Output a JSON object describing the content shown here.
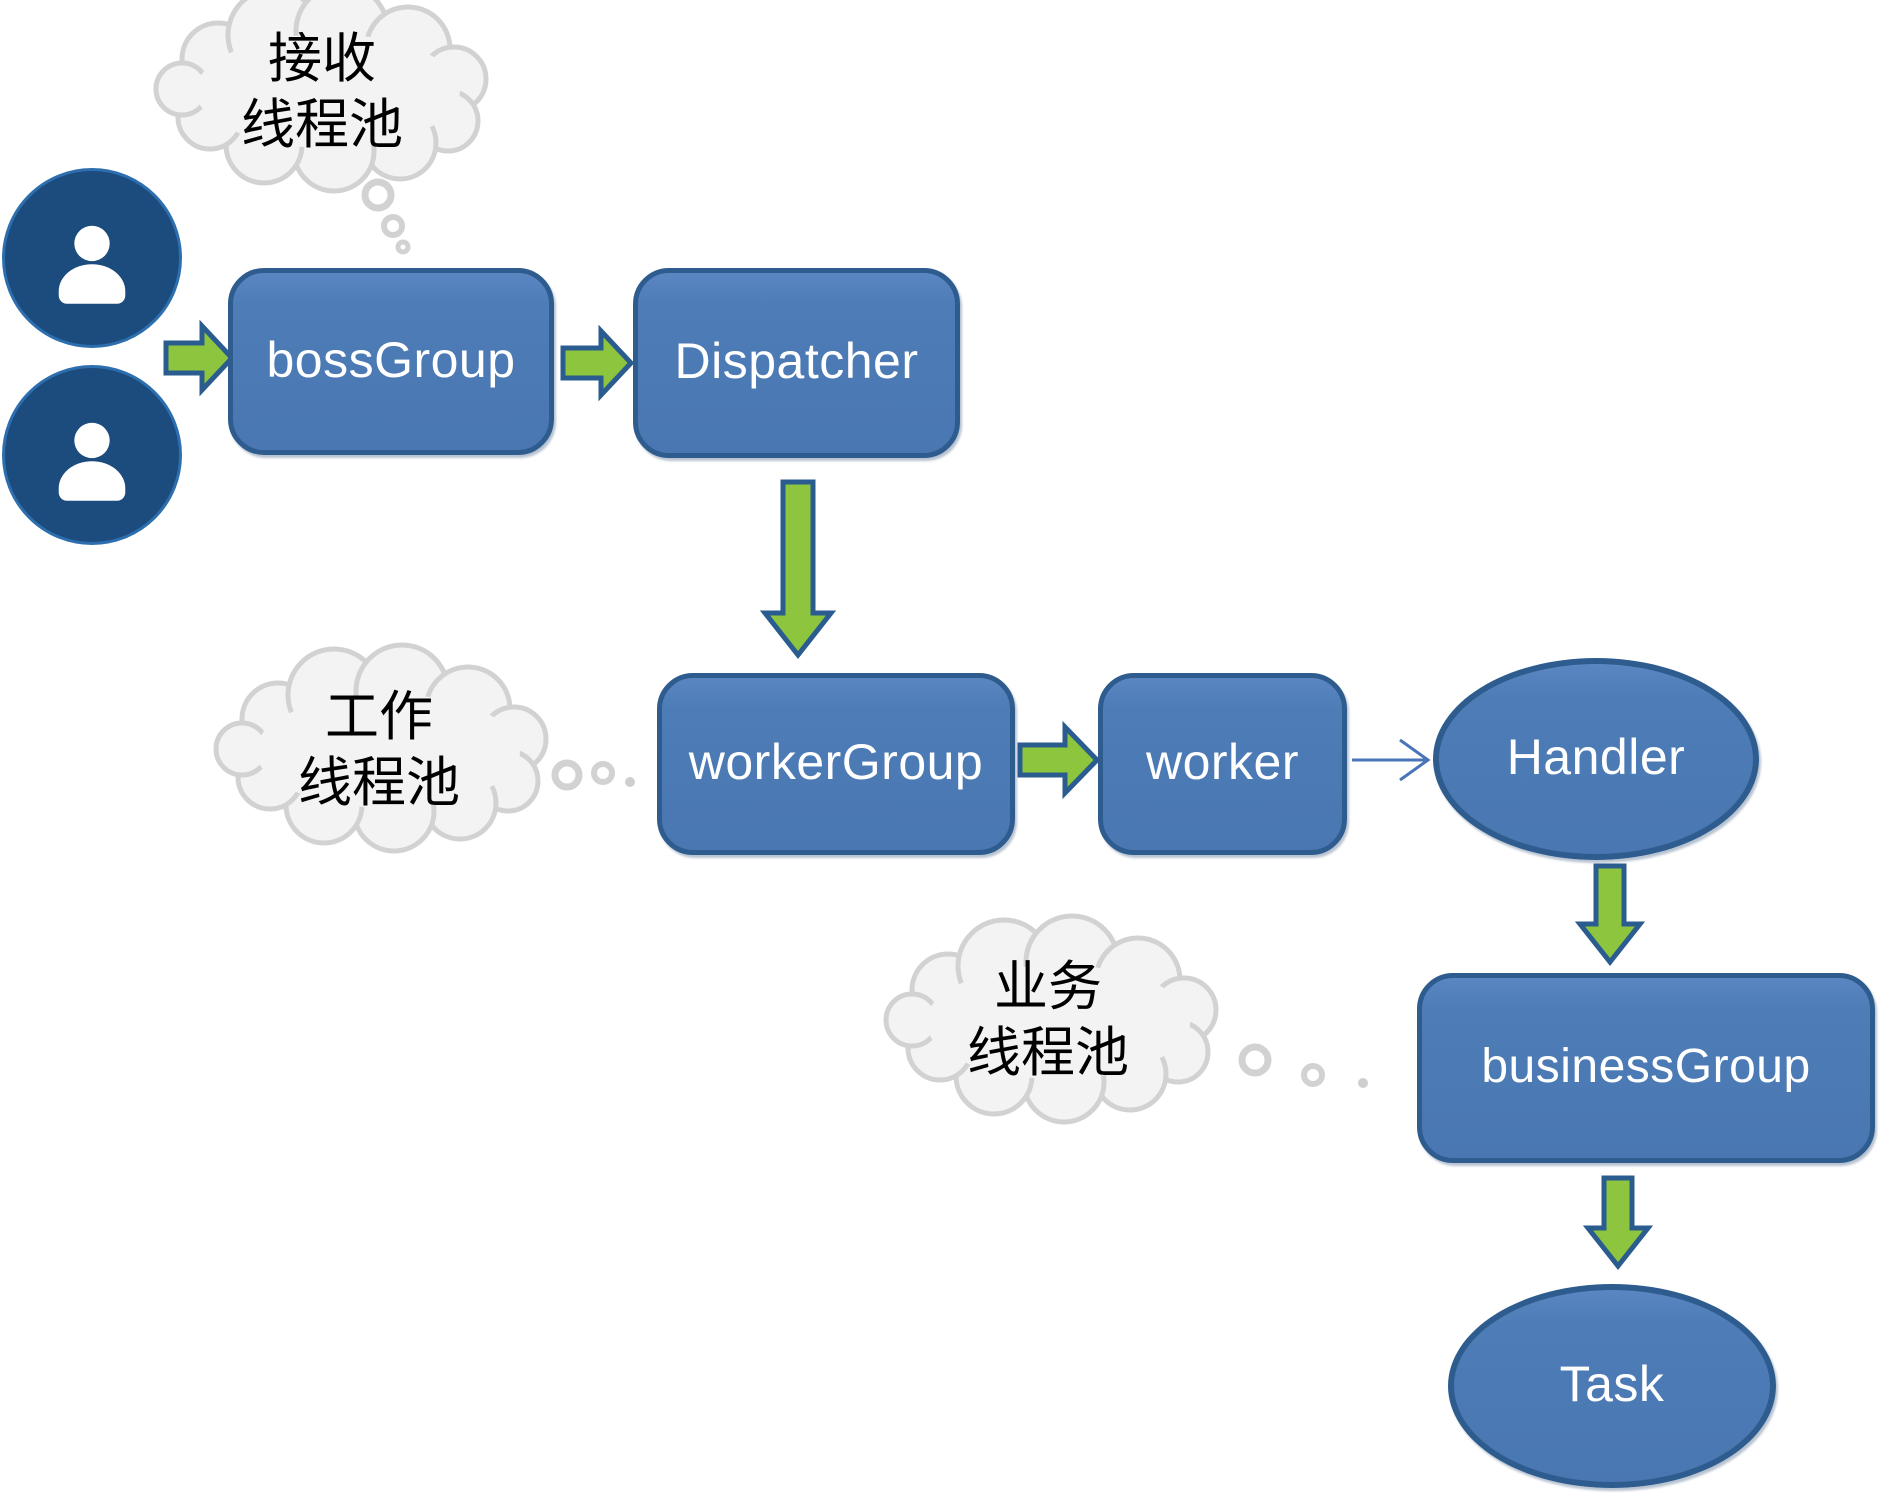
{
  "diagram": {
    "clouds": [
      {
        "name": "receive-pool",
        "line1": "接收",
        "line2": "线程池"
      },
      {
        "name": "worker-pool",
        "line1": "工作",
        "line2": "线程池"
      },
      {
        "name": "business-pool",
        "line1": "业务",
        "line2": "线程池"
      }
    ],
    "nodes": [
      {
        "id": "bossGroup",
        "label": "bossGroup",
        "shape": "rect"
      },
      {
        "id": "dispatcher",
        "label": "Dispatcher",
        "shape": "rect"
      },
      {
        "id": "workerGroup",
        "label": "workerGroup",
        "shape": "rect"
      },
      {
        "id": "worker",
        "label": "worker",
        "shape": "rect"
      },
      {
        "id": "handler",
        "label": "Handler",
        "shape": "ellipse"
      },
      {
        "id": "businessGroup",
        "label": "businessGroup",
        "shape": "rect"
      },
      {
        "id": "task",
        "label": "Task",
        "shape": "ellipse"
      }
    ]
  },
  "colors": {
    "node_fill": "#4a77b1",
    "node_border": "#2e5c8e",
    "node_text": "#ffffff",
    "arrow_green": "#8dc63e",
    "arrow_outline": "#2a5c8f",
    "thin_connector": "#4a74b8",
    "user_circle": "#1c4b7e",
    "user_ring": "#2d6fae",
    "user_glyph": "#ffffff",
    "cloud_fill": "#f3f3f3",
    "cloud_border": "#d2d2d2",
    "cloud_text": "#000000"
  }
}
